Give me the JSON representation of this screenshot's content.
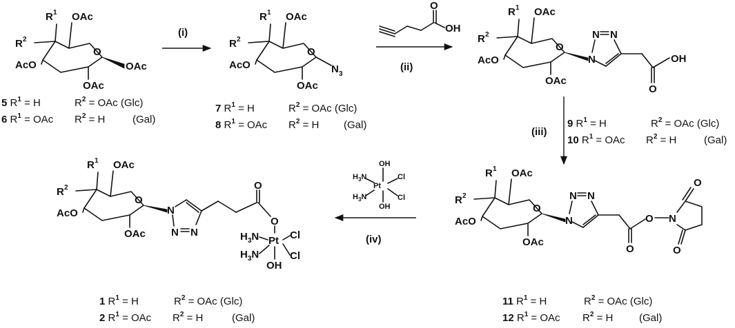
{
  "atoms": {
    "R1": "R",
    "R1sup": "1",
    "R2": "R",
    "R2sup": "2",
    "OAc": "OAc",
    "AcO": "AcO",
    "O": "O",
    "N": "N",
    "N3": "N",
    "N3sub": "3",
    "OH": "OH",
    "H3N": "H",
    "H3Nsub": "3",
    "H3Nn": "N",
    "Pt": "Pt",
    "Cl": "Cl"
  },
  "conditions": {
    "i": "(i)",
    "ii": "(ii)",
    "iii": "(iii)",
    "iv": "(iv)"
  },
  "compounds": [
    {
      "num": "5",
      "r1": " R",
      "r1sup": "1",
      "r1val": " = H",
      "r2": "R",
      "r2sup": "2",
      "r2val": " = OAc (Glc)"
    },
    {
      "num": "6",
      "r1": " R",
      "r1sup": "1",
      "r1val": " = OAc",
      "r2": "R",
      "r2sup": "2",
      "r2val": " = H",
      "tag": "(Gal)"
    },
    {
      "num": "7",
      "r1": " R",
      "r1sup": "1",
      "r1val": " = H",
      "r2": "R",
      "r2sup": "2",
      "r2val": " = OAc (Glc)"
    },
    {
      "num": "8",
      "r1": " R",
      "r1sup": "1",
      "r1val": " = OAc",
      "r2": "R",
      "r2sup": "2",
      "r2val": " = H",
      "tag": "(Gal)"
    },
    {
      "num": "9",
      "r1": " R",
      "r1sup": "1",
      "r1val": " = H",
      "r2": "R",
      "r2sup": "2",
      "r2val": " = OAc (Glc)"
    },
    {
      "num": "10",
      "r1": " R",
      "r1sup": "1",
      "r1val": " = OAc",
      "r2": "R",
      "r2sup": "2",
      "r2val": " = H",
      "tag": "(Gal)"
    },
    {
      "num": "11",
      "r1": " R",
      "r1sup": "1",
      "r1val": " = H",
      "r2": "R",
      "r2sup": "2",
      "r2val": " = OAc (Glc)"
    },
    {
      "num": "12",
      "r1": " R",
      "r1sup": "1",
      "r1val": " = OAc",
      "r2": "R",
      "r2sup": "2",
      "r2val": " = H",
      "tag": "(Gal)"
    },
    {
      "num": "1",
      "r1": " R",
      "r1sup": "1",
      "r1val": " = H",
      "r2": "R",
      "r2sup": "2",
      "r2val": " = OAc (Glc)"
    },
    {
      "num": "2",
      "r1": " R",
      "r1sup": "1",
      "r1val": " = OAc",
      "r2": "R",
      "r2sup": "2",
      "r2val": " = H",
      "tag": "(Gal)"
    }
  ]
}
